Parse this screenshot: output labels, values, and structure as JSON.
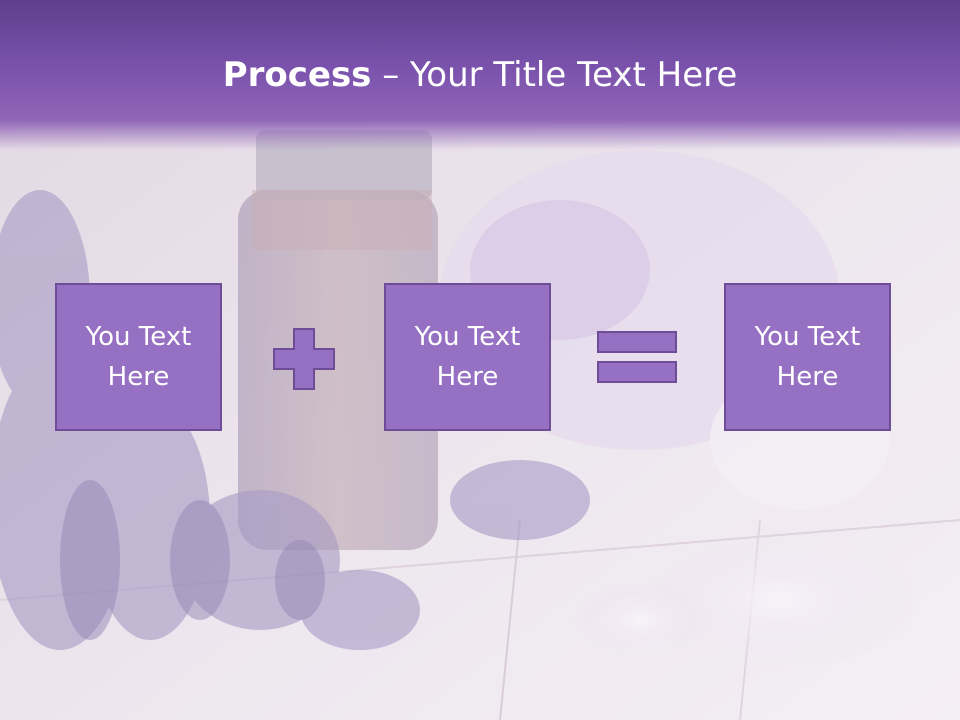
{
  "slide": {
    "title_bold": "Process",
    "title_rest": " – Your Title Text Here",
    "boxes": [
      {
        "label": "You Text Here"
      },
      {
        "label": "You Text Here"
      },
      {
        "label": "You Text Here"
      }
    ],
    "operators": [
      "plus-icon",
      "equals-icon"
    ],
    "colors": {
      "title_bar": "#7a52ac",
      "box_fill": "#9670c2",
      "box_border": "#6f4d96",
      "background": "#e7dde9"
    }
  }
}
